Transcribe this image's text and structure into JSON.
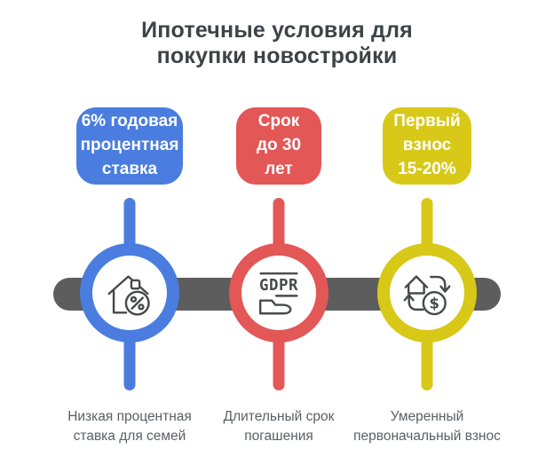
{
  "title": "Ипотечные условия для\nпокупки новостройки",
  "colors": {
    "bar": "#5d5d5d",
    "title_text": "#3e4347",
    "caption_text": "#5b5f64",
    "badge_text": "#ffffff",
    "icon_stroke": "#47494b"
  },
  "columns": [
    {
      "badge_label": "6% годовая\nпроцентная\nставка",
      "color": "#4a7ddf",
      "icon": "house-percent-icon",
      "caption": "Низкая процентная\nставка для семей"
    },
    {
      "badge_label": "Срок\nдо 30\nлет",
      "color": "#e35757",
      "icon": "gdpr-hand-icon",
      "icon_text": "GDPR",
      "caption": "Длительный срок\nпогашения"
    },
    {
      "badge_label": "Первый\nвзнос\n15-20%",
      "color": "#d8c817",
      "icon": "house-dollar-exchange-icon",
      "icon_text": "$",
      "caption": "Умеренный\nпервоначальный взнос"
    }
  ]
}
